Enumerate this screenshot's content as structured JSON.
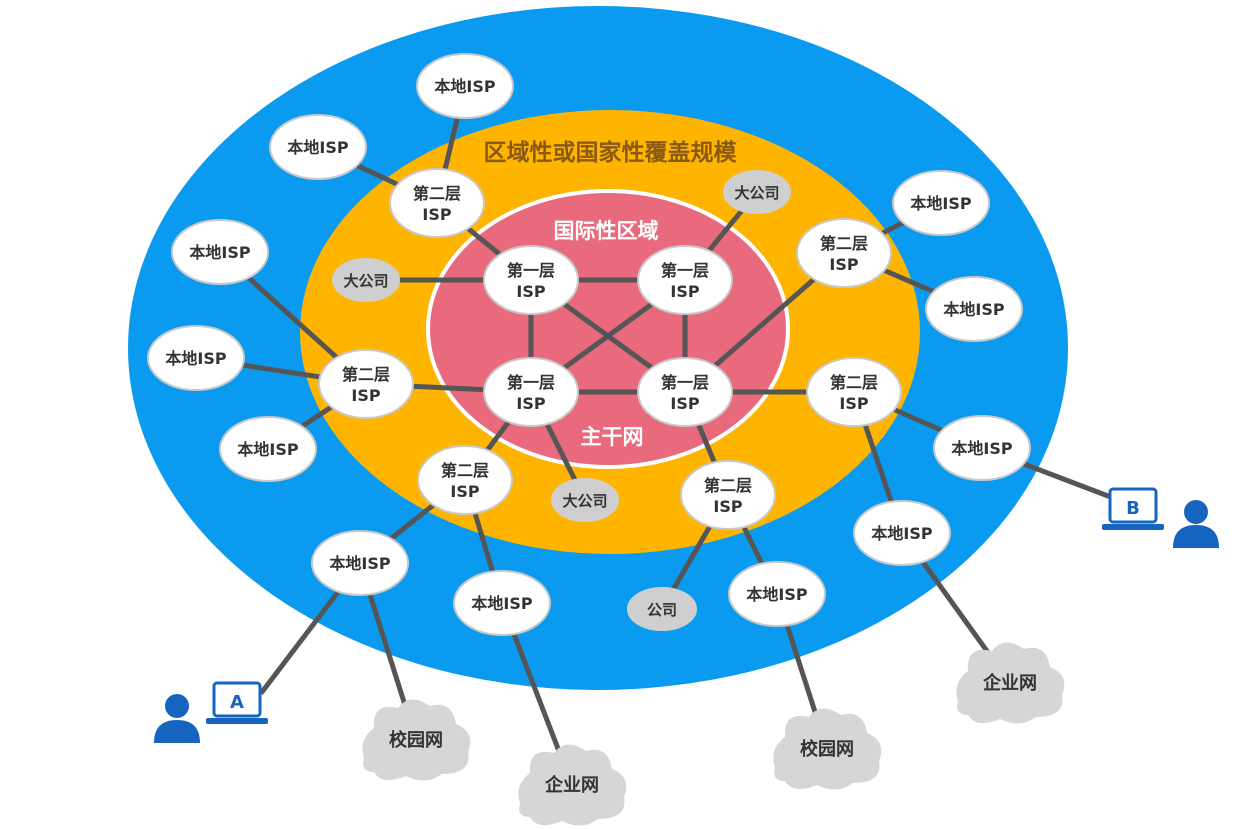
{
  "regions": {
    "regional": "区域性或国家性覆盖规模",
    "international": "国际性区域",
    "backbone": "主干网"
  },
  "labels": {
    "tier1": [
      "第一层",
      "ISP"
    ],
    "tier2": [
      "第二层",
      "ISP"
    ],
    "local": "本地ISP",
    "big_company": "大公司",
    "company": "公司",
    "campus": "校园网",
    "enterprise": "企业网",
    "host_a": "A",
    "host_b": "B"
  },
  "colors": {
    "outer": "#0a9bf0",
    "middle": "#ffb400",
    "inner": "#e86a7c",
    "inner_stroke": "#ffffff",
    "regional_text": "#8a5a14",
    "international_text": "#ffffff",
    "line": "#555555",
    "node_fill": "#ffffff",
    "node_stroke": "#c9c9c9",
    "gray_node": "#cfcfcf",
    "cloud": "#d6d6d6",
    "host": "#1565c0"
  }
}
